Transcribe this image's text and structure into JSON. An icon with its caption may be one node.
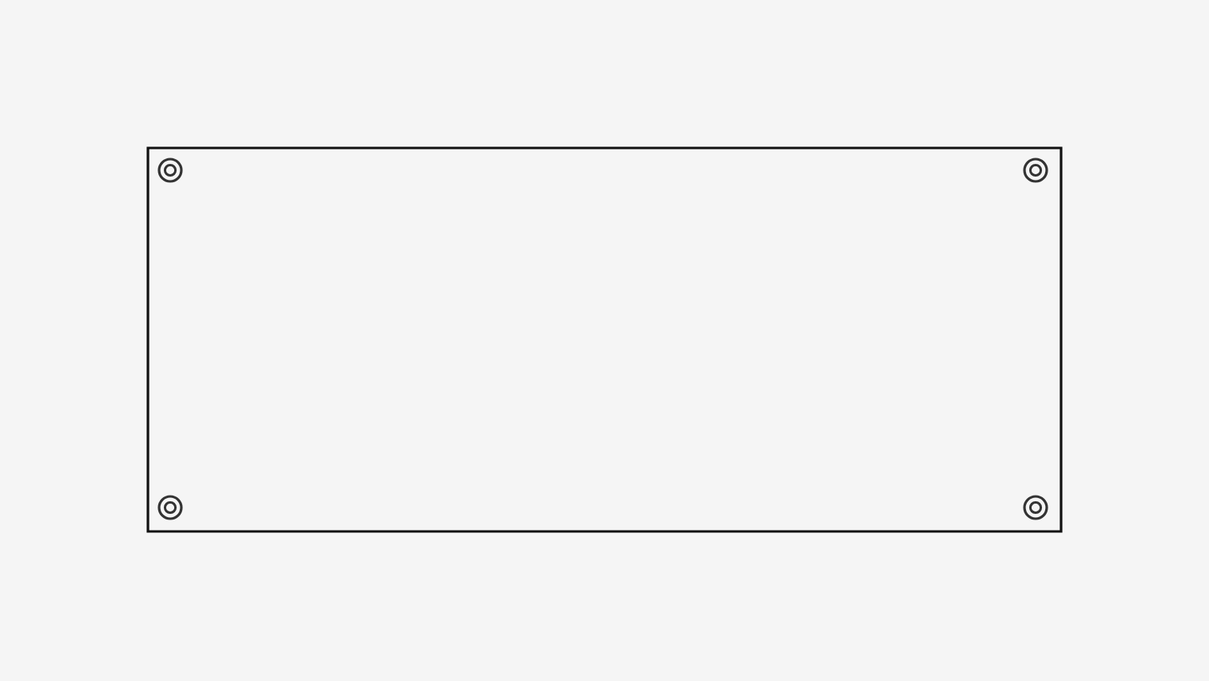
{
  "diagram": {
    "nodes": [
      {
        "text": [],
        "shape": "box"
      },
      {
        "text": [],
        "shape": "circle",
        "in": 0
      },
      {
        "text": [],
        "shape": "circle",
        "in": 0
      },
      {
        "text": [],
        "shape": "circle",
        "in": 0
      },
      {
        "text": [],
        "shape": "circle",
        "in": 0
      }
    ]
  }
}
